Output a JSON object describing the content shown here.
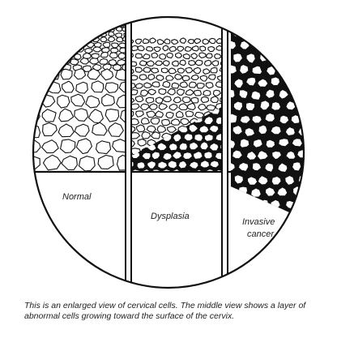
{
  "panels": [
    {
      "label": "Normal"
    },
    {
      "label": "Dysplasia"
    },
    {
      "label_lines": [
        "Invasive",
        "cancer"
      ]
    }
  ],
  "caption": "This is an enlarged view of cervical cells. The middle view shows a layer of abnormal cells growing toward the surface of the cervix.",
  "colors": {
    "ink": "#111111",
    "background": "#ffffff"
  }
}
